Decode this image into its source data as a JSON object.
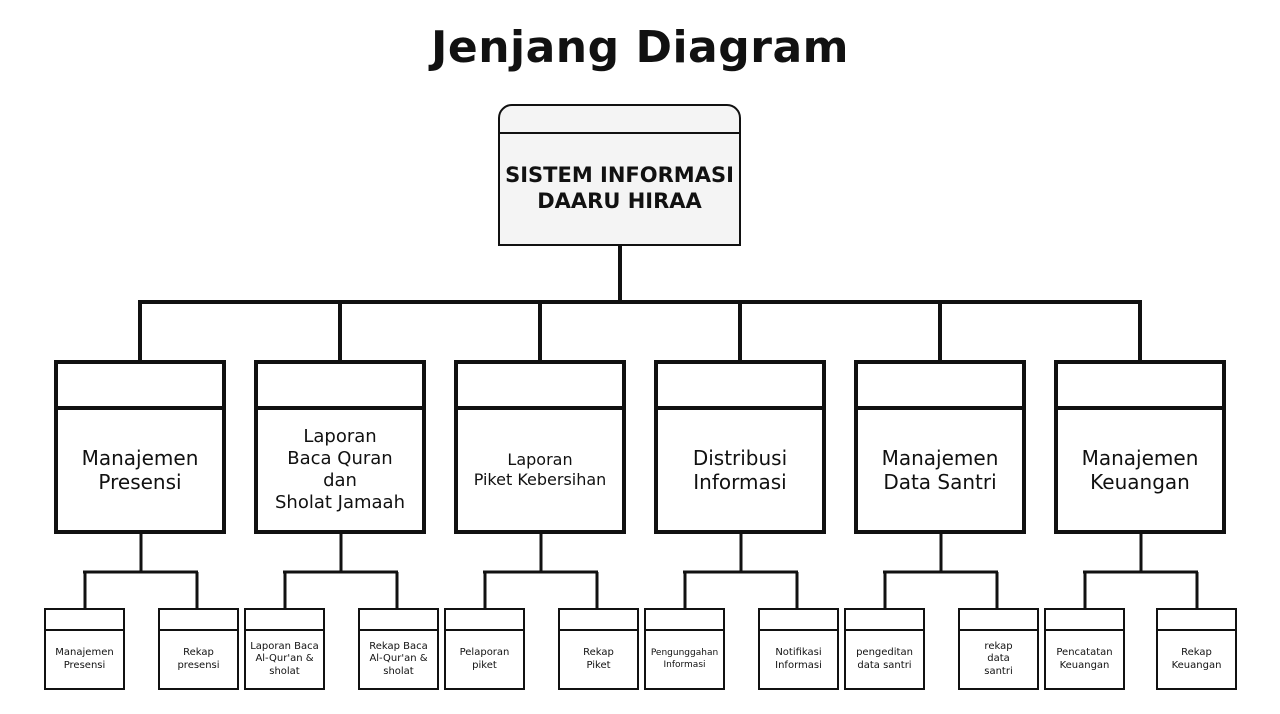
{
  "title": "Jenjang Diagram",
  "root": "SISTEM INFORMASI\nDAARU HIRAA",
  "modules": [
    {
      "label": "Manajemen\nPresensi",
      "children": [
        "Manajemen\nPresensi",
        "Rekap\npresensi"
      ]
    },
    {
      "label": "Laporan\nBaca Quran\ndan\nSholat Jamaah",
      "children": [
        "Laporan Baca\nAl-Qur'an &\nsholat",
        "Rekap Baca\nAl-Qur'an &\nsholat"
      ]
    },
    {
      "label": "Laporan\nPiket Kebersihan",
      "children": [
        "Pelaporan\npiket",
        "Rekap\nPiket"
      ]
    },
    {
      "label": "Distribusi\nInformasi",
      "children": [
        "Pengunggahan\nInformasi",
        "Notifikasi\nInformasi"
      ]
    },
    {
      "label": "Manajemen\nData Santri",
      "children": [
        "pengeditan\ndata santri",
        "rekap\ndata\nsantri"
      ]
    },
    {
      "label": "Manajemen\nKeuangan",
      "children": [
        "Pencatatan\nKeuangan",
        "Rekap\nKeuangan"
      ]
    }
  ]
}
